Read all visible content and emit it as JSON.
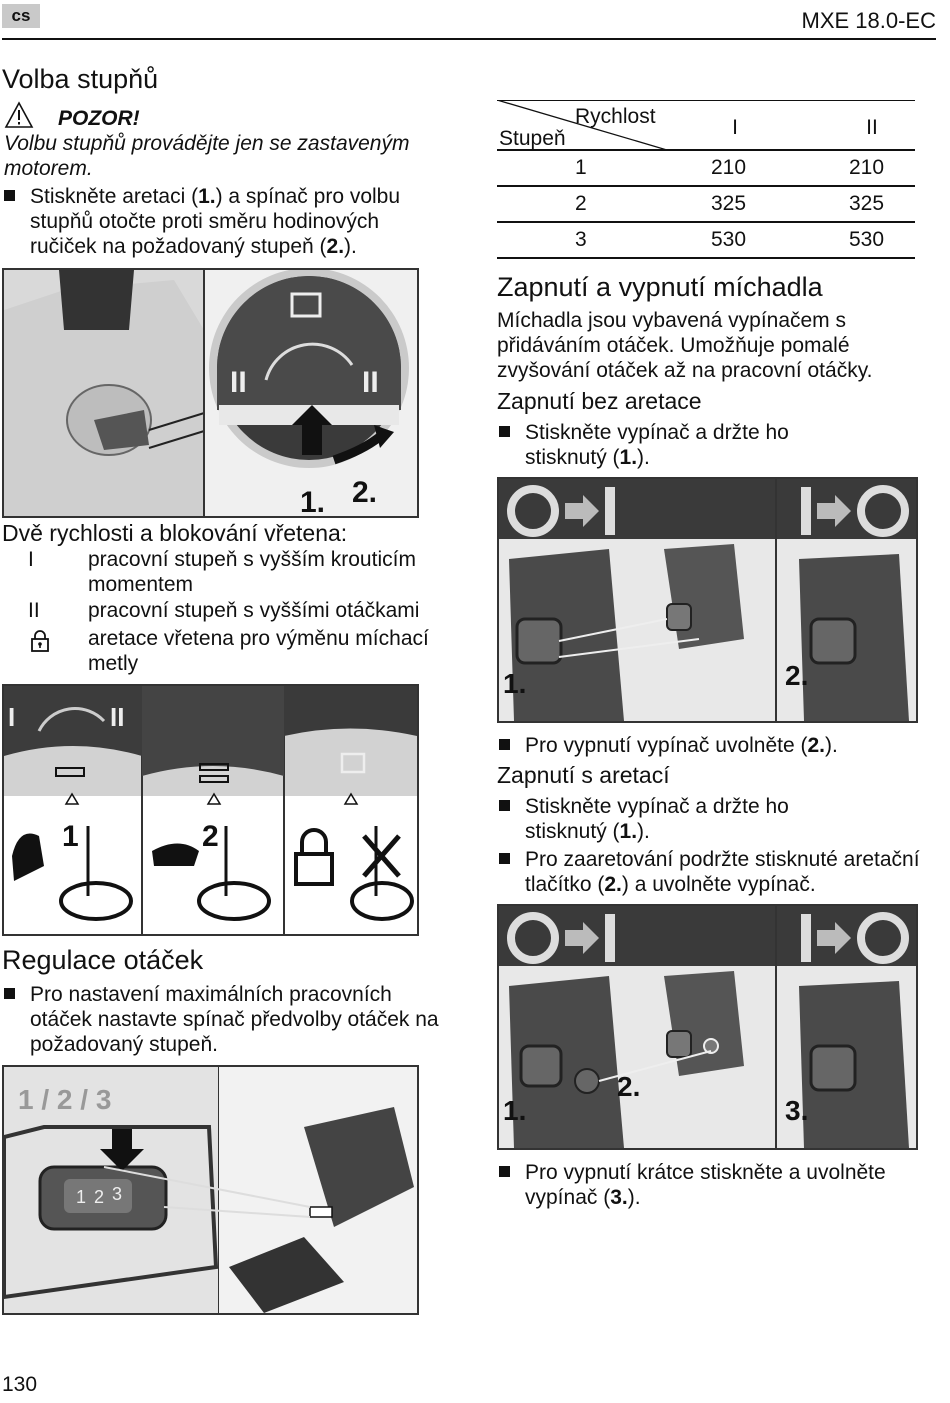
{
  "header": {
    "lang": "cs",
    "model": "MXE 18.0-EC"
  },
  "gear": {
    "title": "Volba stupňů",
    "warning_label": "POZOR!",
    "warning_text": "Volbu stupňů provádějte jen se zastaveným motorem.",
    "step_pre": "Stiskněte aretaci (",
    "step_n1": "1.",
    "step_mid": ") a spínač pro volbu stupňů otočte proti směru hodinových ručiček na požadovaný stupeň (",
    "step_n2": "2.",
    "step_post": ").",
    "fig_label_1": "1.",
    "fig_label_2": "2.",
    "fig_roman_left": "II",
    "fig_roman_right": "II"
  },
  "speed_table": {
    "col_head": "Rychlost",
    "row_head": "Stupeň",
    "cols": [
      "I",
      "II"
    ],
    "rows": [
      {
        "step": "1",
        "v1": "210",
        "v2": "210"
      },
      {
        "step": "2",
        "v1": "325",
        "v2": "325"
      },
      {
        "step": "3",
        "v1": "530",
        "v2": "530"
      }
    ]
  },
  "two_speeds": {
    "title": "Dvě rychlosti a blokování vřetena:",
    "items": [
      {
        "sym": "I",
        "text": "pracovní stupeň s vyšším krouticím momentem"
      },
      {
        "sym": "II",
        "text": "pracovní stupeň s vyššími otáčkami"
      },
      {
        "sym": "",
        "text": "aretace vřetena pro výměnu míchací metly"
      }
    ],
    "panel_labels": [
      "1",
      "2"
    ],
    "panel_roman": [
      "I",
      "II"
    ]
  },
  "regulation": {
    "title": "Regulace otáček",
    "text": "Pro nastavení maximálních pracovních otáček nastavte spínač předvolby otáček na požadovaný stupeň.",
    "fig_scale": "1 / 2 / 3",
    "fig_digits": [
      "1",
      "2",
      "3"
    ]
  },
  "switching": {
    "title": "Zapnutí a vypnutí míchadla",
    "intro": "Míchadla jsou vybavená vypínačem s přidáváním otáček. Umožňuje pomalé zvyšování otáček až na pracovní otáčky.",
    "no_lock": {
      "title": "Zapnutí bez aretace",
      "step_pre": "Stiskněte vypínač a držte ho stisknutý (",
      "step_n": "1.",
      "step_post": ").",
      "off_pre": "Pro vypnutí vypínač uvolněte (",
      "off_n": "2.",
      "off_post": ").",
      "fig_labels": [
        "1.",
        "2."
      ]
    },
    "lock": {
      "title": "Zapnutí s aretací",
      "step1_pre": "Stiskněte vypínač a držte ho stisknutý (",
      "step1_n": "1.",
      "step1_post": ").",
      "step2_pre": "Pro zaaretování podržte stisknuté aretační tlačítko (",
      "step2_n": "2.",
      "step2_post": ") a uvolněte vypínač.",
      "off_pre": "Pro vypnutí krátce stiskněte a uvolněte vypínač (",
      "off_n": "3.",
      "off_post": ").",
      "fig_labels": [
        "1.",
        "2.",
        "3."
      ]
    }
  },
  "footer": {
    "page": "130"
  }
}
